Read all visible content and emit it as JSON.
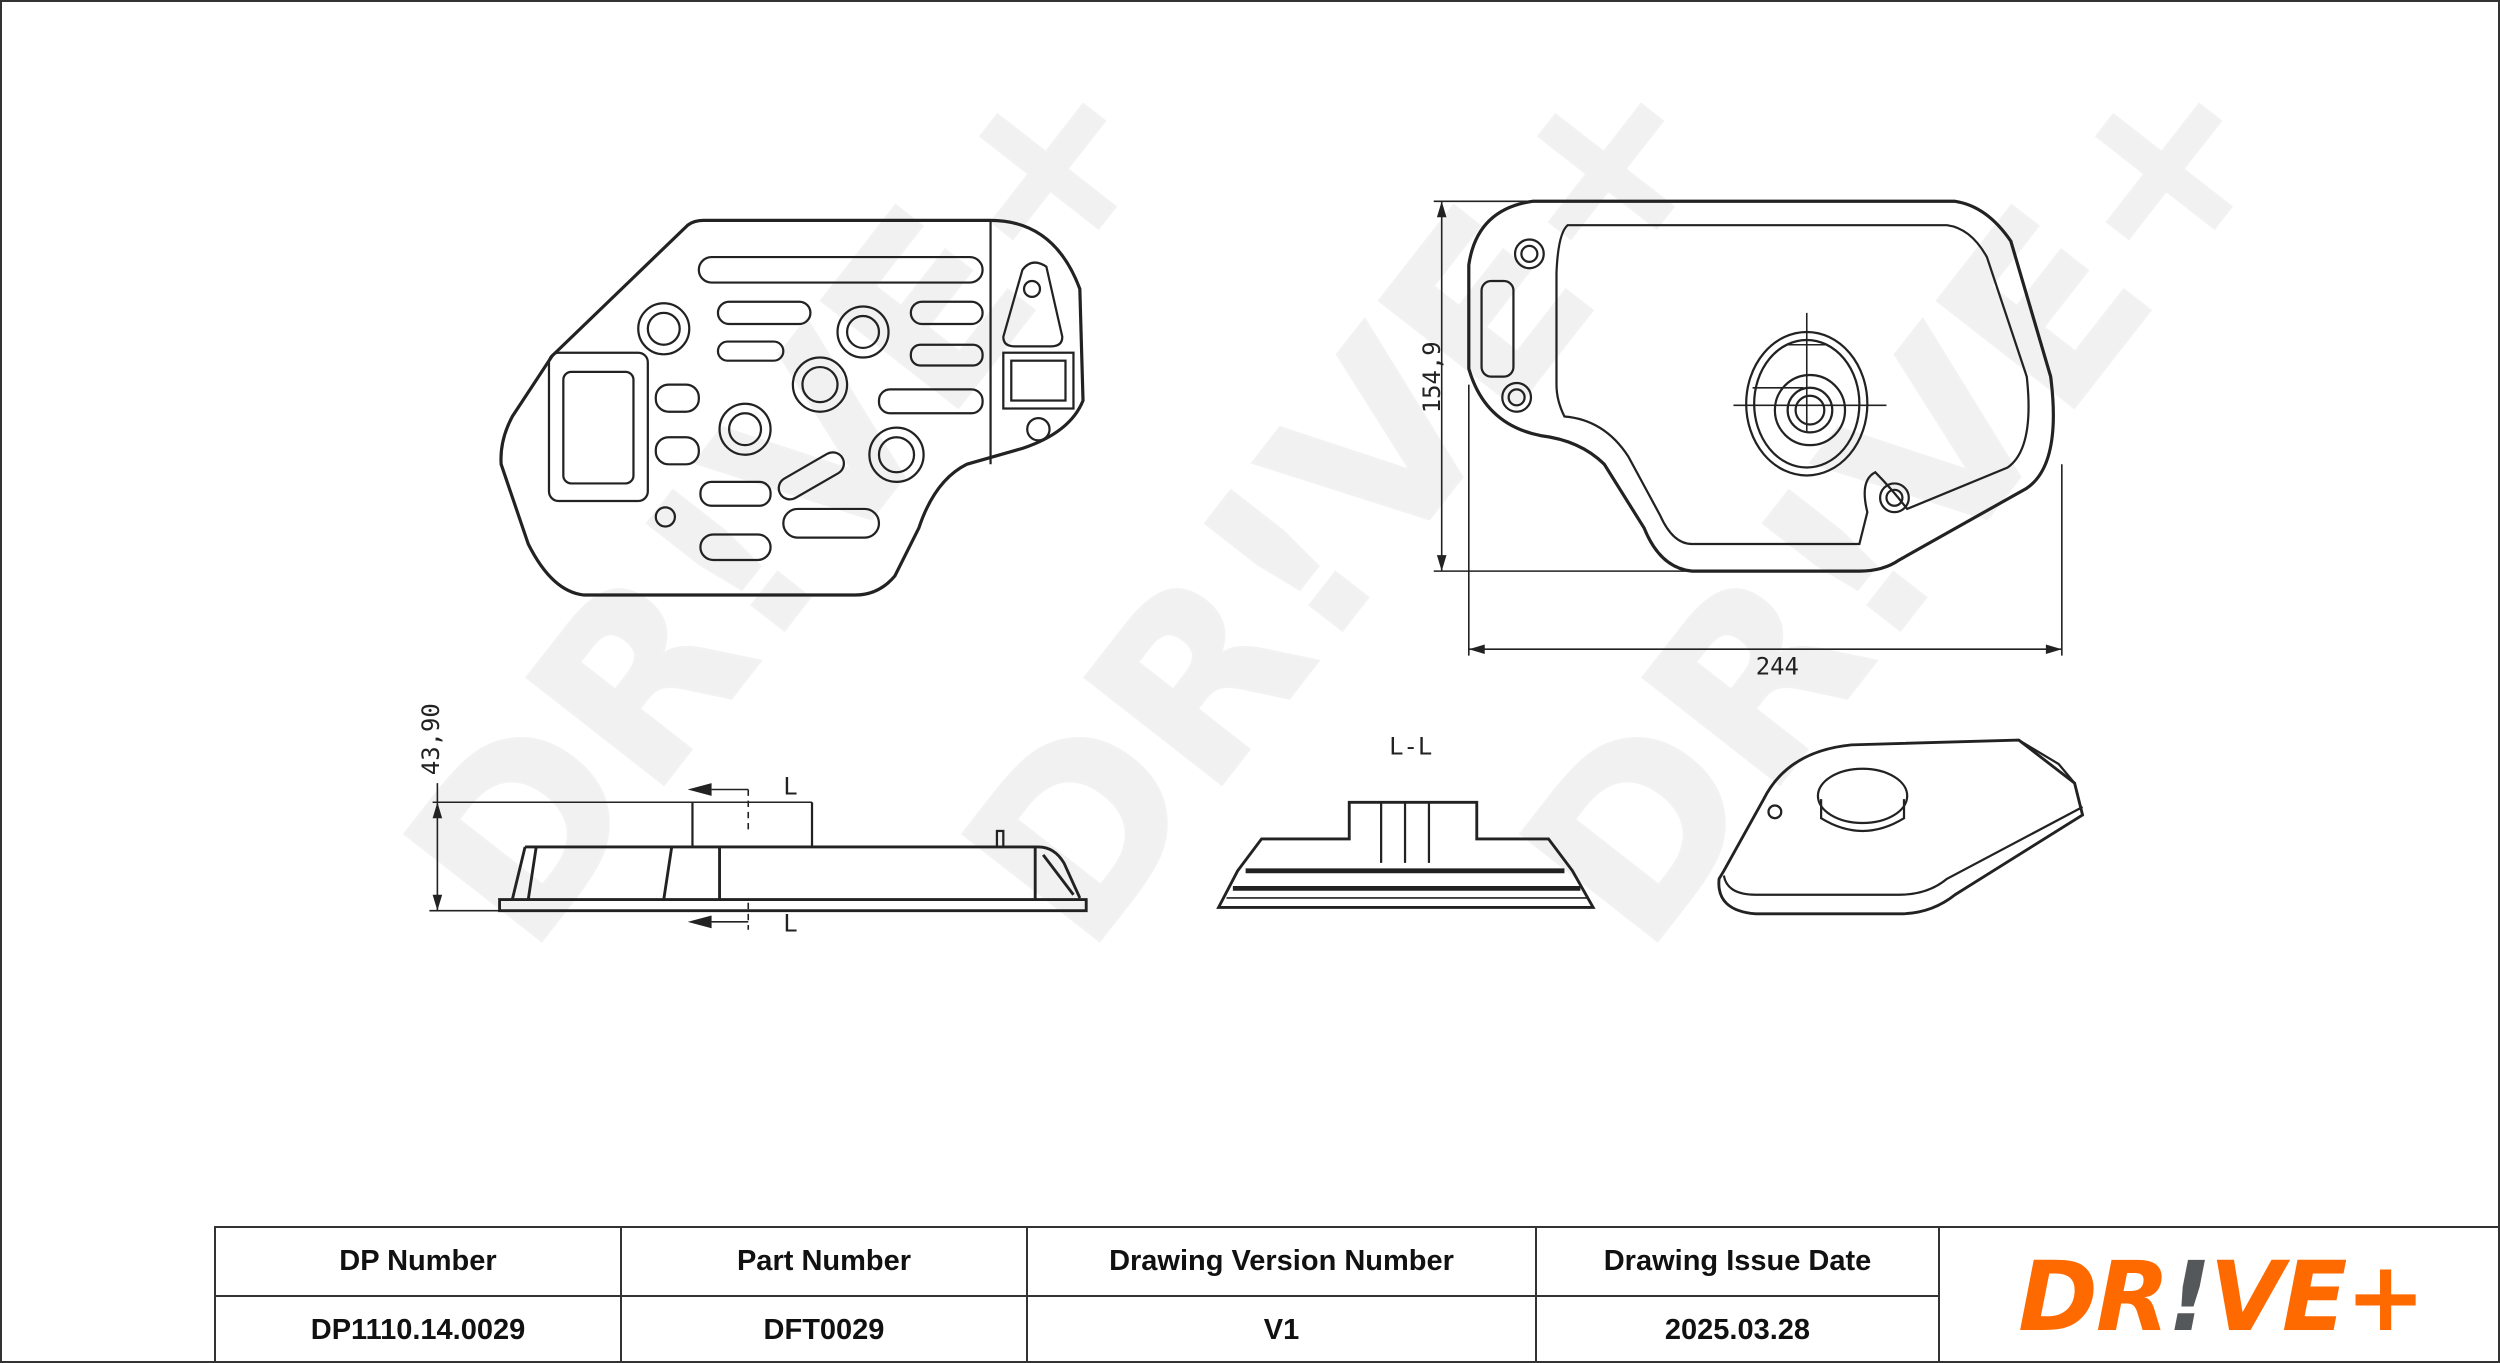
{
  "logo": {
    "text_left": "DR",
    "text_bang": "!",
    "text_right": "VE+",
    "brand_color": "#ff6a00",
    "accent_color": "#55585b"
  },
  "watermark": "DR!VE+",
  "dimensions": {
    "height_top_view": "154,9",
    "width_top_view": "244",
    "height_side_view": "43,90"
  },
  "section": {
    "marker_top": "L",
    "marker_bottom": "L",
    "section_label": "L-L"
  },
  "title_block": {
    "headers": [
      "DP Number",
      "Part Number",
      "Drawing Version Number",
      "Drawing Issue Date"
    ],
    "values": [
      "DP1110.14.0029",
      "DFT0029",
      "V1",
      "2025.03.28"
    ]
  }
}
